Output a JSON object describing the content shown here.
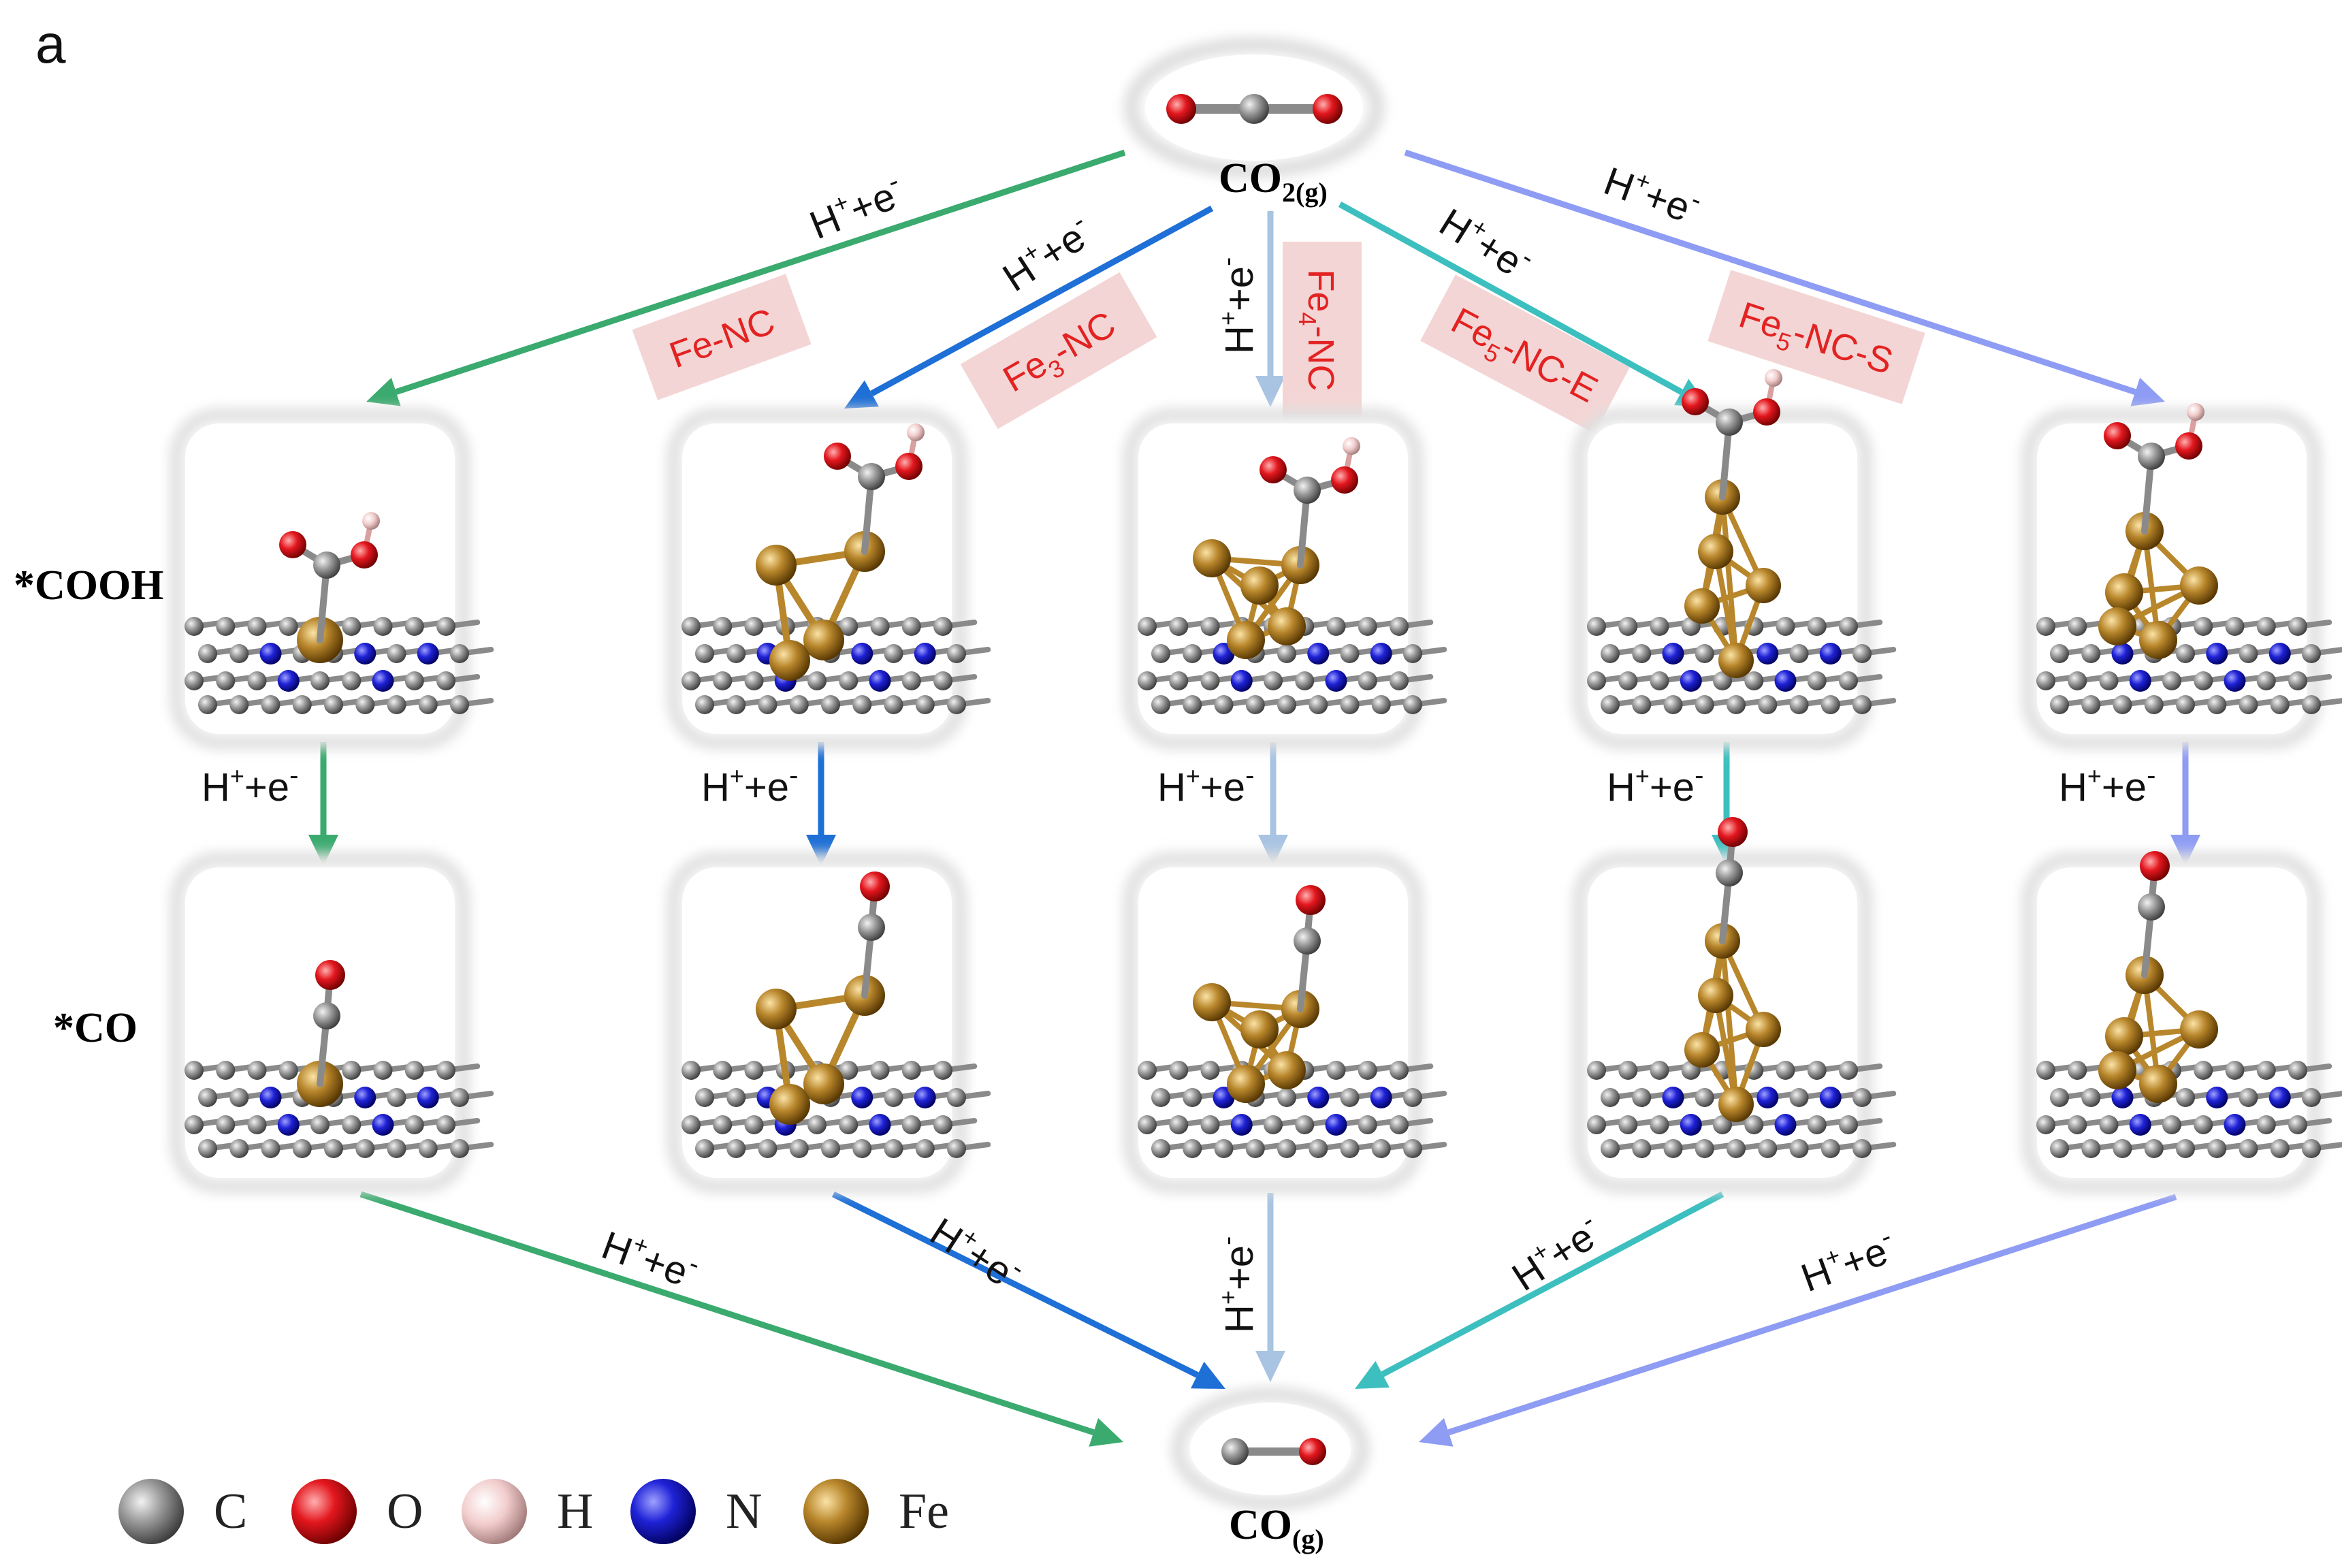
{
  "panel_letter": "a",
  "start_species": {
    "base": "CO",
    "sub": "2(g)"
  },
  "end_species": {
    "base": "CO",
    "sub": "(g)"
  },
  "step_label": {
    "base": "H",
    "plus": "+",
    "mid": "+e",
    "minus": "-"
  },
  "row_labels": {
    "cooh": "*COOH",
    "co": "*CO"
  },
  "catalysts": [
    {
      "id": "Fe-NC",
      "color": "#3aaa6e",
      "parts": [
        {
          "t": "Fe-NC"
        }
      ]
    },
    {
      "id": "Fe3-NC",
      "color": "#1e6fd6",
      "parts": [
        {
          "t": "Fe"
        },
        {
          "t": "3",
          "sub": true
        },
        {
          "t": "-NC"
        }
      ]
    },
    {
      "id": "Fe4-NC",
      "color": "#a8c4e2",
      "parts": [
        {
          "t": "Fe"
        },
        {
          "t": "4",
          "sub": true
        },
        {
          "t": "-NC"
        }
      ]
    },
    {
      "id": "Fe5-NC-E",
      "color": "#3dbfbf",
      "parts": [
        {
          "t": "Fe"
        },
        {
          "t": "5",
          "sub": true
        },
        {
          "t": "-NC-E"
        }
      ]
    },
    {
      "id": "Fe5-NC-S",
      "color": "#8e9cf4",
      "parts": [
        {
          "t": "Fe"
        },
        {
          "t": "5",
          "sub": true
        },
        {
          "t": "-NC-S"
        }
      ]
    }
  ],
  "legend": [
    {
      "symbol": "C",
      "color": "#8c8c8c"
    },
    {
      "symbol": "O",
      "color": "#e3171e"
    },
    {
      "symbol": "H",
      "color": "#f2c8c8"
    },
    {
      "symbol": "N",
      "color": "#1f22d6"
    },
    {
      "symbol": "Fe",
      "color": "#b8862b"
    }
  ],
  "colors": {
    "label_box_fill": "#f4d5d5",
    "label_text": "#e32222",
    "panel_border": "#dedede"
  }
}
